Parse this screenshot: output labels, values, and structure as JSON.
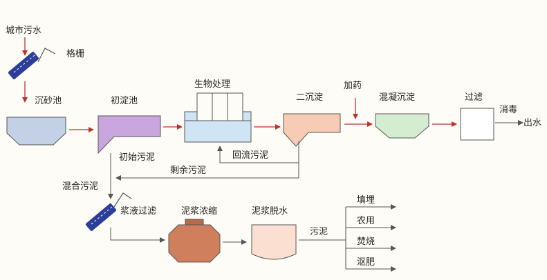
{
  "labels": {
    "city_sewage": "城市污水",
    "grille": "格栅",
    "grit_chamber": "沉砂池",
    "primary_clarifier": "初淀池",
    "bio_treatment": "生物处理",
    "secondary_clarifier": "二沉淀",
    "dosing": "加药",
    "coagulation_sedimentation": "混凝沉淀",
    "filtration": "过滤",
    "disinfection": "消毒",
    "outflow": "出水",
    "primary_sludge": "初始污泥",
    "return_sludge": "回流污泥",
    "excess_sludge": "剩余污泥",
    "mixed_sludge": "混合污泥",
    "slurry_filtration": "浆液过滤",
    "slurry_thickening": "泥浆浓缩",
    "slurry_dewatering": "泥浆脱水",
    "sludge": "污泥",
    "landfill": "填埋",
    "agriculture": "农用",
    "incineration": "焚烧",
    "compost": "沤肥"
  },
  "colors": {
    "grit": "#c3d0e6",
    "primary": "#c9a6de",
    "bio": "#cfe4f5",
    "secondary": "#f8cbb4",
    "coag": "#d4edd0",
    "filter": "#ffffff",
    "thickener": "#cf7f5c",
    "thickener_top": "#b86a49",
    "dewater": "#fbe0d2",
    "screen_blue": "#2c3e9a",
    "red_arrow": "#c0302c",
    "line": "#555555"
  }
}
